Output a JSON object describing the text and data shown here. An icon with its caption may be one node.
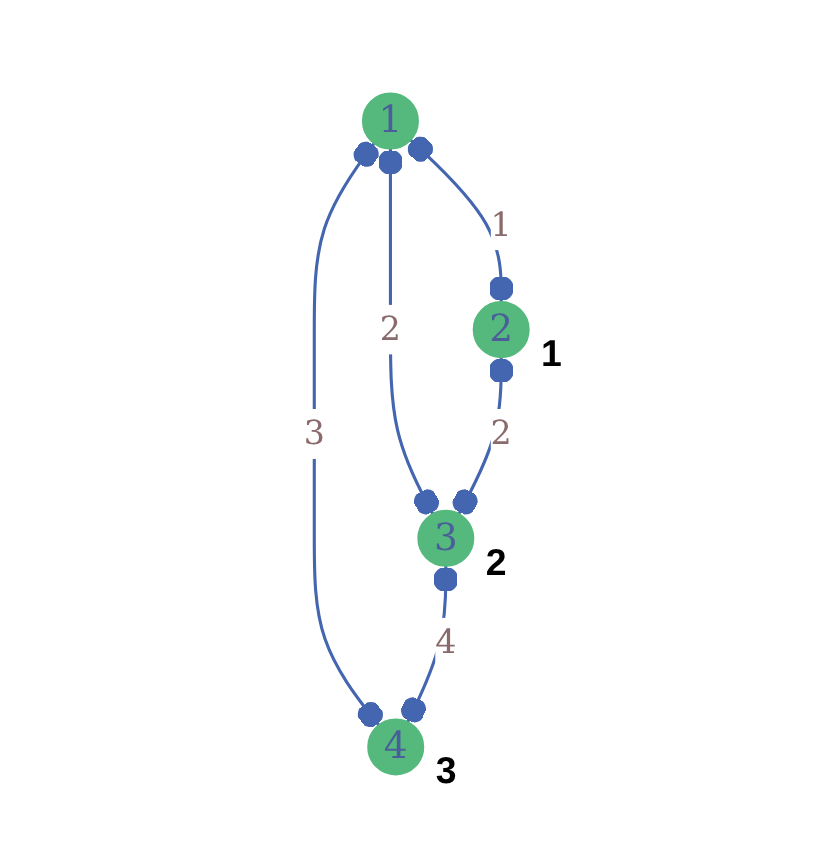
{
  "diagram": {
    "nodes": [
      {
        "text": [
          "1"
        ]
      },
      {
        "text": [
          "2"
        ],
        "beside": [
          "1"
        ]
      },
      {
        "text": [
          "3"
        ],
        "beside": [
          "2"
        ]
      },
      {
        "text": [
          "4"
        ],
        "beside": [
          "3"
        ]
      }
    ],
    "edges": [
      {
        "from": 0,
        "to": 1,
        "arrow": "other",
        "label": "1"
      },
      {
        "from": 0,
        "to": 2,
        "arrow": "other",
        "label": "2"
      },
      {
        "from": 0,
        "to": 3,
        "arrow": "other",
        "label": "3"
      },
      {
        "from": 1,
        "to": 2,
        "arrow": "other",
        "label": "2"
      },
      {
        "from": 2,
        "to": 3,
        "arrow": "other",
        "label": "4"
      }
    ]
  }
}
